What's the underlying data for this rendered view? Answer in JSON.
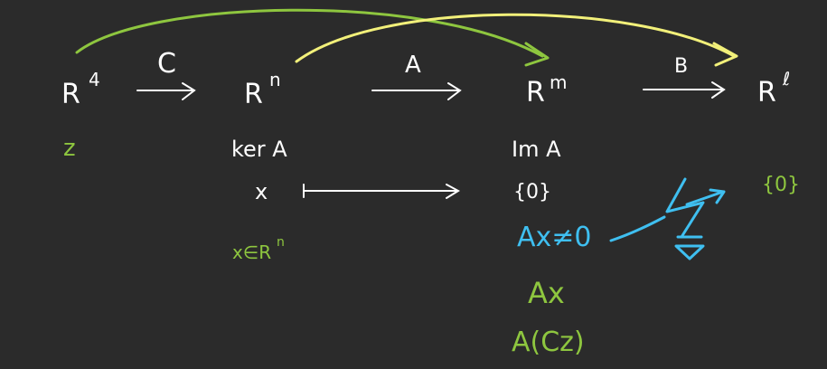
{
  "spaces": {
    "r4": "R",
    "r4_exp": "4",
    "rn": "R",
    "rn_exp": "n",
    "rm": "R",
    "rm_exp": "m",
    "rl": "R",
    "rl_exp": "ℓ"
  },
  "maps": {
    "c": "C",
    "a": "A",
    "b": "B"
  },
  "under_r4": "z",
  "kernel": {
    "label": "ker A",
    "element": "x"
  },
  "image": {
    "label": "Im A",
    "zero": "{0}",
    "nonzero": "Ax≠0",
    "ax": "Ax",
    "acz": "A(Cz)"
  },
  "x_in_rn": "x∈R",
  "x_in_rn_exp": "n",
  "zero_set_right": "{0}",
  "colors": {
    "white": "#ffffff",
    "green": "#8ec63f",
    "yellow": "#f2f07a",
    "blue": "#3fbff0",
    "background": "#2b2b2b"
  }
}
